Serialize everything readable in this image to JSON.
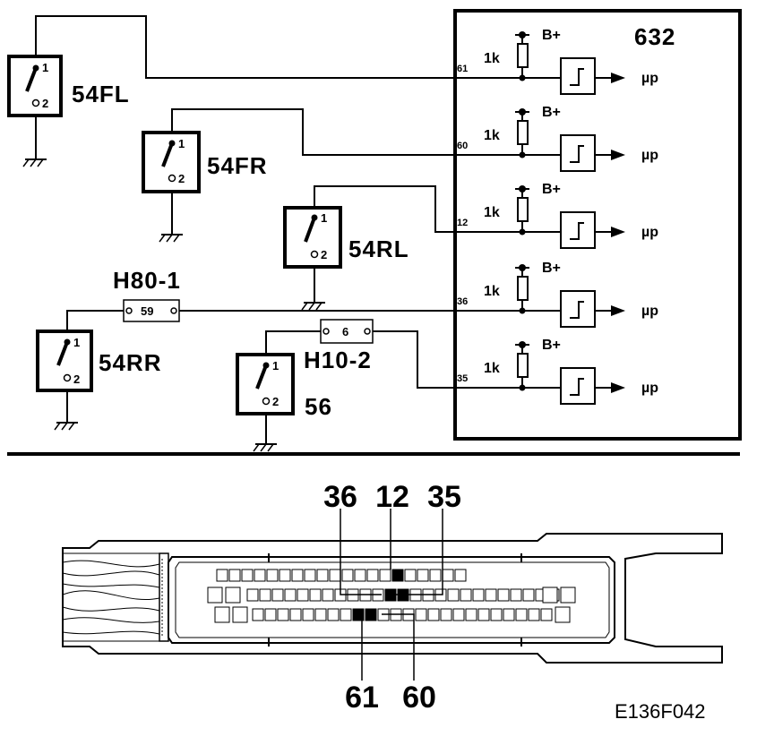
{
  "module": {
    "label": "632"
  },
  "switches": [
    {
      "id": "54FL",
      "pin1": "1",
      "pin2": "2"
    },
    {
      "id": "54FR",
      "pin1": "1",
      "pin2": "2"
    },
    {
      "id": "54RL",
      "pin1": "1",
      "pin2": "2"
    },
    {
      "id": "54RR",
      "pin1": "1",
      "pin2": "2"
    },
    {
      "id": "56",
      "pin1": "1",
      "pin2": "2"
    }
  ],
  "connectors": [
    {
      "id": "H80-1",
      "pin": "59"
    },
    {
      "id": "H10-2",
      "pin": "6"
    }
  ],
  "inputs": [
    {
      "pin": "61",
      "resistor": "1k",
      "supply": "B+",
      "output": "µp"
    },
    {
      "pin": "60",
      "resistor": "1k",
      "supply": "B+",
      "output": "µp"
    },
    {
      "pin": "12",
      "resistor": "1k",
      "supply": "B+",
      "output": "µp"
    },
    {
      "pin": "36",
      "resistor": "1k",
      "supply": "B+",
      "output": "µp"
    },
    {
      "pin": "35",
      "resistor": "1k",
      "supply": "B+",
      "output": "µp"
    }
  ],
  "plug_pins": {
    "top": [
      "36",
      "12",
      "35"
    ],
    "bottom": [
      "61",
      "60"
    ]
  },
  "figure_code": "E136F042"
}
